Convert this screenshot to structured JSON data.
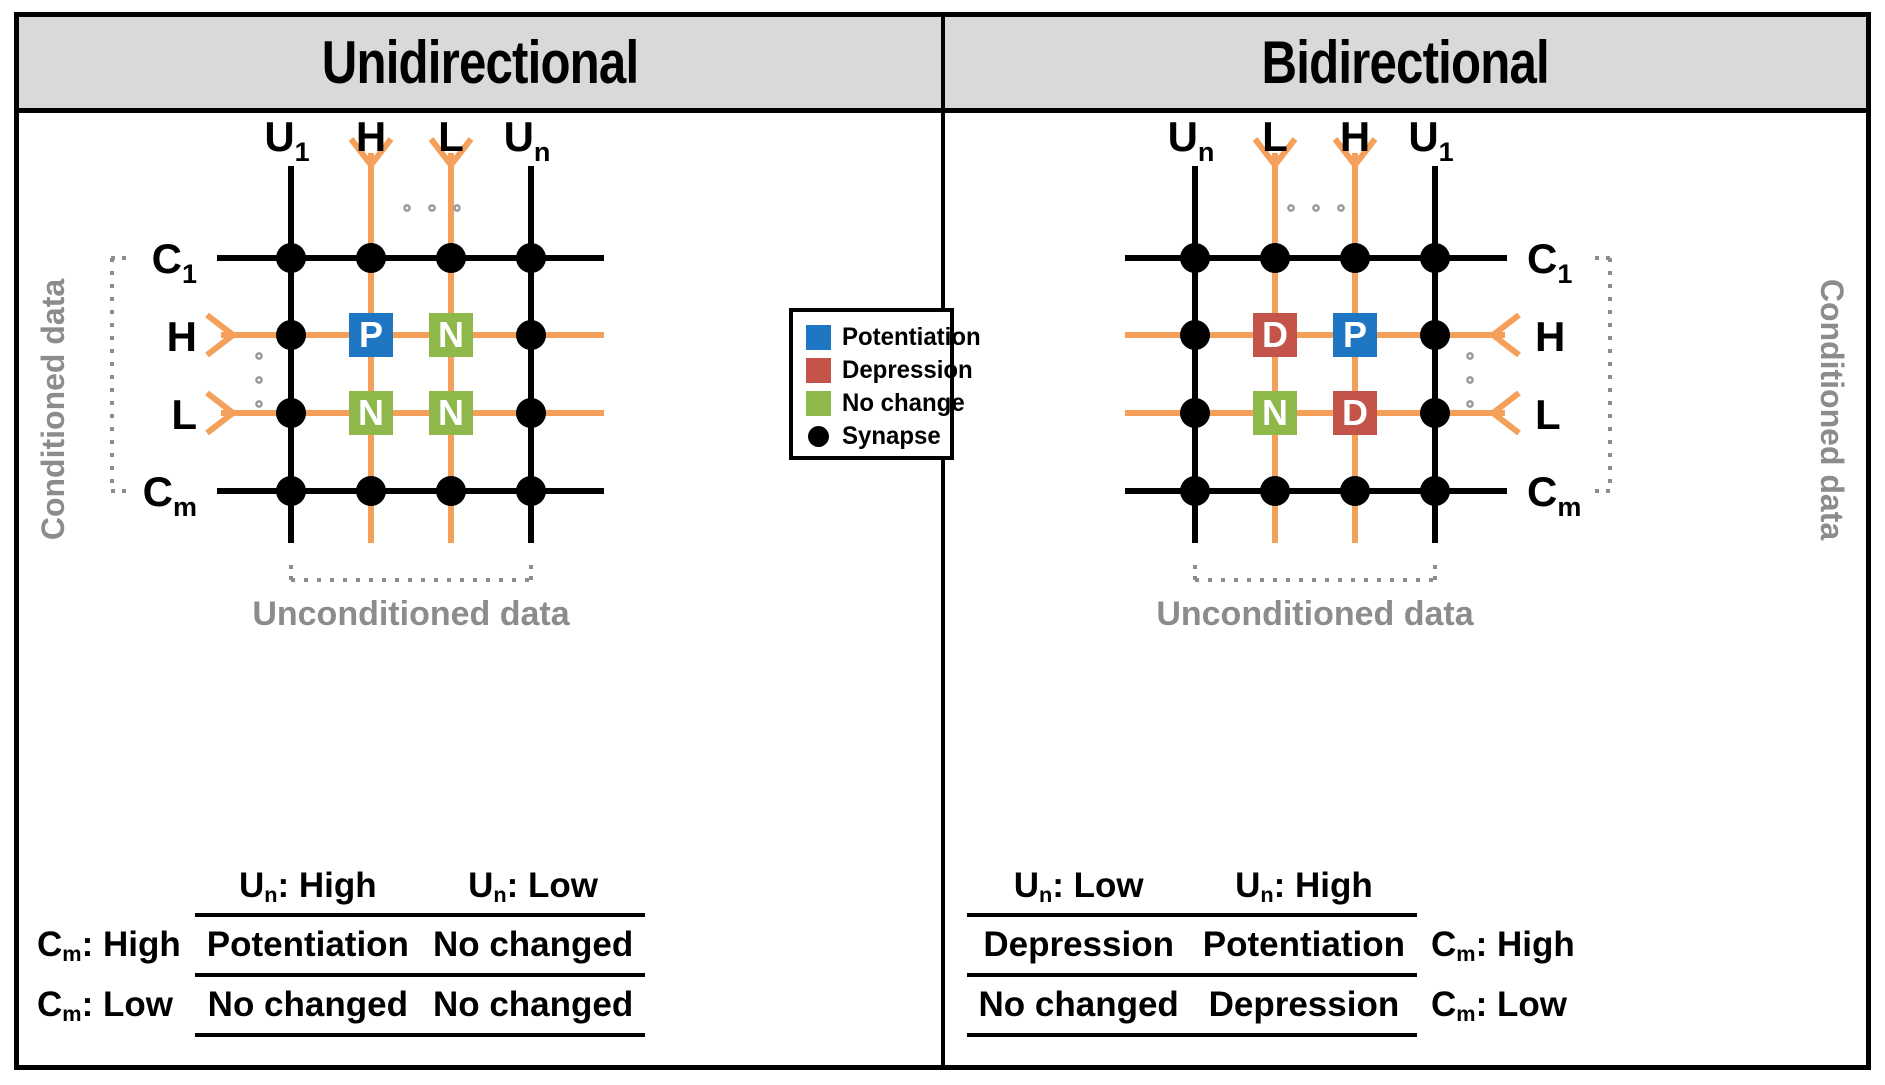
{
  "figure": {
    "panels": [
      {
        "id": "unidirectional",
        "title": "Unidirectional",
        "side_label": "Conditioned data",
        "bottom_label": "Unconditioned data",
        "column_labels": [
          "U1",
          "H",
          "L",
          "Un"
        ],
        "column_labels_text": [
          "U",
          "H",
          "L",
          "U"
        ],
        "column_sub": [
          "1",
          "",
          "",
          "n"
        ],
        "row_labels_text": [
          "C",
          "H",
          "L",
          "C"
        ],
        "row_sub": [
          "1",
          "",
          "",
          "m"
        ],
        "cells": [
          {
            "row": "H",
            "col": "H",
            "mark": "P",
            "kind": "potentiation"
          },
          {
            "row": "H",
            "col": "L",
            "mark": "N",
            "kind": "no-change"
          },
          {
            "row": "L",
            "col": "H",
            "mark": "N",
            "kind": "no-change"
          },
          {
            "row": "L",
            "col": "L",
            "mark": "N",
            "kind": "no-change"
          }
        ],
        "table": {
          "col_headers": [
            "Un: High",
            "Un: Low"
          ],
          "col_header_base": [
            "U",
            "U"
          ],
          "col_header_sub": [
            "n",
            "n"
          ],
          "col_header_tail": [
            ": High",
            ": Low"
          ],
          "row_headers": [
            "Cm: High",
            "Cm: Low"
          ],
          "row_header_base": [
            "C",
            "C"
          ],
          "row_header_sub": [
            "m",
            "m"
          ],
          "row_header_tail": [
            ": High",
            ": Low"
          ],
          "rows": [
            [
              {
                "text": "Potentiation",
                "kind": "potentiation"
              },
              {
                "text": "No changed",
                "kind": "no-change"
              }
            ],
            [
              {
                "text": "No changed",
                "kind": "no-change"
              },
              {
                "text": "No changed",
                "kind": "no-change"
              }
            ]
          ]
        }
      },
      {
        "id": "bidirectional",
        "title": "Bidirectional",
        "side_label": "Conditioned data",
        "bottom_label": "Unconditioned data",
        "column_labels": [
          "Un",
          "L",
          "H",
          "U1"
        ],
        "column_labels_text": [
          "U",
          "L",
          "H",
          "U"
        ],
        "column_sub": [
          "n",
          "",
          "",
          "1"
        ],
        "row_labels_text": [
          "C",
          "H",
          "L",
          "C"
        ],
        "row_sub": [
          "1",
          "",
          "",
          "m"
        ],
        "cells": [
          {
            "row": "H",
            "col": "L",
            "mark": "D",
            "kind": "depression"
          },
          {
            "row": "H",
            "col": "H",
            "mark": "P",
            "kind": "potentiation"
          },
          {
            "row": "L",
            "col": "L",
            "mark": "N",
            "kind": "no-change"
          },
          {
            "row": "L",
            "col": "H",
            "mark": "D",
            "kind": "depression"
          }
        ],
        "table": {
          "col_headers": [
            "Un: Low",
            "Un: High"
          ],
          "col_header_base": [
            "U",
            "U"
          ],
          "col_header_sub": [
            "n",
            "n"
          ],
          "col_header_tail": [
            ": Low",
            ": High"
          ],
          "row_headers": [
            "Cm: High",
            "Cm: Low"
          ],
          "row_header_base": [
            "C",
            "C"
          ],
          "row_header_sub": [
            "m",
            "m"
          ],
          "row_header_tail": [
            ": High",
            ": Low"
          ],
          "rows": [
            [
              {
                "text": "Depression",
                "kind": "depression"
              },
              {
                "text": "Potentiation",
                "kind": "potentiation"
              }
            ],
            [
              {
                "text": "No changed",
                "kind": "no-change"
              },
              {
                "text": "Depression",
                "kind": "depression"
              }
            ]
          ]
        }
      }
    ]
  },
  "legend": {
    "items": [
      {
        "label": "Potentiation",
        "swatch": "potentiation",
        "color": "#1f77c4"
      },
      {
        "label": "Depression",
        "swatch": "depression",
        "color": "#c4544a"
      },
      {
        "label": "No change",
        "swatch": "no-change",
        "color": "#8fb84a"
      },
      {
        "label": "Synapse",
        "swatch": "synapse-dot",
        "color": "#000000"
      }
    ]
  },
  "colors": {
    "potentiation": "#1f77c4",
    "depression": "#c4544a",
    "no_change": "#8fb84a",
    "synapse": "#000000",
    "conditioned_line": "#f5a05a",
    "unconditioned_line": "#000000",
    "header_band": "#d9d9d9",
    "gray_label": "#8c8c8c",
    "frame": "#000000"
  }
}
